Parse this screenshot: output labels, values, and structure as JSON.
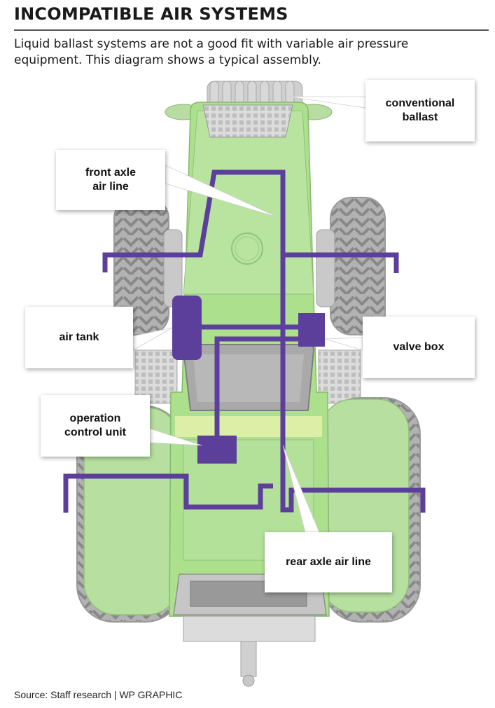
{
  "title": "INCOMPATIBLE AIR SYSTEMS",
  "subtitle": "Liquid ballast systems are not a good fit with variable air pressure equipment. This diagram shows a typical assembly.",
  "labels": {
    "conventional_ballast": "conventional\nballast",
    "front_axle_air_line": "front axle\nair line",
    "air_tank": "air tank",
    "valve_box": "valve box",
    "operation_control_unit": "operation\ncontrol unit",
    "rear_axle_air_line": "rear axle air line"
  },
  "source": "Source: Staff research  |  WP GRAPHIC",
  "colors": {
    "tractor_green": "#a8d98a",
    "air_line_purple": "#5b3f9a",
    "tire_gray": "#b2b2b2"
  }
}
